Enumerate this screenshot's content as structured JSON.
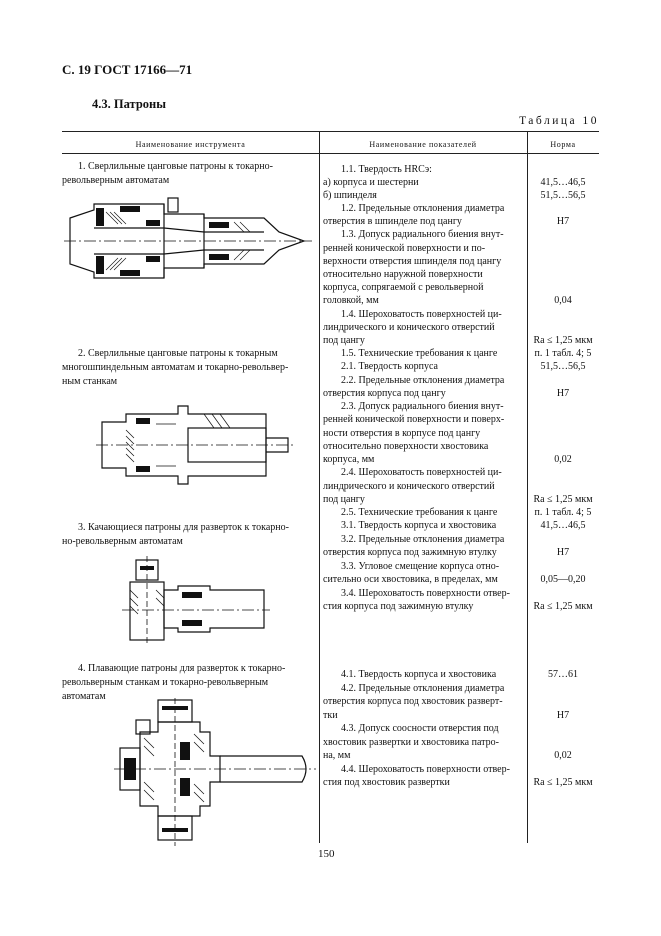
{
  "header": {
    "page_ref": "С. 19 ГОСТ 17166—71"
  },
  "section_title": "4.3. Патроны",
  "table_label": "Таблица 10",
  "columns": {
    "tool": "Наименование инструмента",
    "indicator": "Наименование показателей",
    "norm": "Норма"
  },
  "tools": [
    {
      "line1": "1. Сверлильные цанговые патроны к токарно-",
      "line2": "револьверным автоматам"
    },
    {
      "line1": "2. Сверлильные цанговые патроны к токарным",
      "line2": "многошпиндельным автоматам и токарно-револьвер-",
      "line3": "ным станкам"
    },
    {
      "line1": "3. Качающиеся патроны для разверток к токарно-",
      "line2": "но-револьверным автоматам"
    },
    {
      "line1": "4. Плавающие патроны для разверток к токарно-",
      "line2": "револьверным станкам и токарно-револьверным",
      "line3": "автоматам"
    }
  ],
  "rows": [
    {
      "text": "1.1. Твердость HRCэ:",
      "norm": ""
    },
    {
      "text": "а) корпуса и шестерни",
      "norm": "41,5…46,5"
    },
    {
      "text": "б) шпинделя",
      "norm": "51,5…56,5"
    },
    {
      "text": "1.2. Предельные отклонения диаметра",
      "norm": ""
    },
    {
      "text": "отверстия в шпинделе под цангу",
      "norm": "H7"
    },
    {
      "text": "1.3. Допуск радиального биения внут-",
      "norm": ""
    },
    {
      "text": "ренней конической поверхности и по-",
      "norm": ""
    },
    {
      "text": "верхности отверстия шпинделя под цангу",
      "norm": ""
    },
    {
      "text": "относительно наружной поверхности",
      "norm": ""
    },
    {
      "text": "корпуса, сопрягаемой с револьверной",
      "norm": ""
    },
    {
      "text": "головкой, мм",
      "norm": "0,04"
    },
    {
      "text": "1.4. Шероховатость поверхностей ци-",
      "norm": ""
    },
    {
      "text": "линдрического и конического отверстий",
      "norm": ""
    },
    {
      "text": "под цангу",
      "norm": "Rа ≤ 1,25 мкм"
    },
    {
      "text": "1.5. Технические требования к цанге",
      "norm": "п. 1 табл. 4; 5"
    },
    {
      "text": "2.1. Твердость корпуса",
      "norm": "51,5…56,5"
    },
    {
      "text": "2.2. Предельные отклонения диаметра",
      "norm": ""
    },
    {
      "text": "отверстия корпуса под цангу",
      "norm": "H7"
    },
    {
      "text": "2.3. Допуск радиального биения внут-",
      "norm": ""
    },
    {
      "text": "ренней конической поверхности и поверх-",
      "norm": ""
    },
    {
      "text": "ности отверстия в корпусе под цангу",
      "norm": ""
    },
    {
      "text": "относительно поверхности хвостовика",
      "norm": ""
    },
    {
      "text": "корпуса, мм",
      "norm": "0,02"
    },
    {
      "text": "2.4. Шероховатость поверхностей ци-",
      "norm": ""
    },
    {
      "text": "линдрического и конического отверстий",
      "norm": ""
    },
    {
      "text": "под цангу",
      "norm": "Rа ≤ 1,25 мкм"
    },
    {
      "text": "2.5. Технические требования к цанге",
      "norm": "п. 1 табл. 4; 5"
    },
    {
      "text": "3.1. Твердость корпуса и хвостовика",
      "norm": "41,5…46,5"
    },
    {
      "text": "3.2. Предельные отклонения диаметра",
      "norm": ""
    },
    {
      "text": "отверстия корпуса под зажимную втулку",
      "norm": "H7"
    },
    {
      "text": "3.3. Угловое смещение корпуса отно-",
      "norm": ""
    },
    {
      "text": "сительно оси хвостовика, в пределах, мм",
      "norm": "0,05—0,20"
    },
    {
      "text": "3.4. Шероховатость поверхности отвер-",
      "norm": ""
    },
    {
      "text": "стия корпуса под зажимную втулку",
      "norm": "Rа ≤ 1,25 мкм"
    },
    {
      "text": "4.1. Твердость корпуса и хвостовика",
      "norm": "57…61"
    },
    {
      "text": "4.2. Предельные отклонения диаметра",
      "norm": ""
    },
    {
      "text": "отверстия корпуса под хвостовик разверт-",
      "norm": ""
    },
    {
      "text": "тки",
      "norm": "H7"
    },
    {
      "text": "4.3. Допуск соосности отверстия под",
      "norm": ""
    },
    {
      "text": "хвостовик развертки и хвостовика патро-",
      "norm": ""
    },
    {
      "text": "на, мм",
      "norm": "0,02"
    },
    {
      "text": "4.4. Шероховатость поверхности отвер-",
      "norm": ""
    },
    {
      "text": "стия под хвостовик развертки",
      "norm": "Rа ≤ 1,25 мкм"
    }
  ],
  "page_number": "150"
}
